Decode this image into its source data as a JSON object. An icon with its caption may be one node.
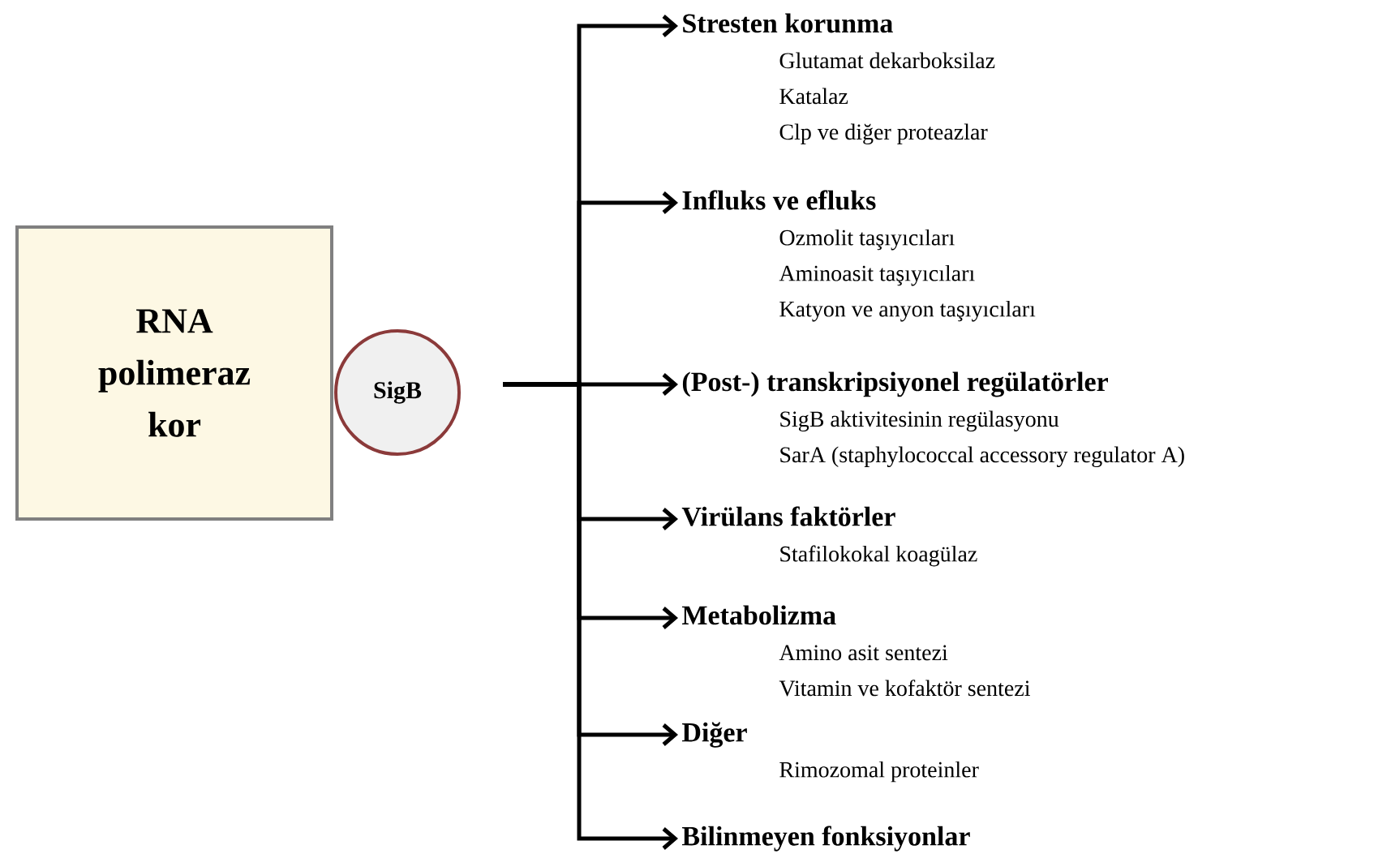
{
  "diagram": {
    "nodes": [
      {
        "text": [
          "RNA polimeraz kor"
        ]
      },
      {
        "text": [
          "SigB"
        ]
      },
      {
        "text": [
          "Stresten korunma",
          "Glutamat dekarboksilaz",
          "Katalaz",
          "Clp ve diğer proteazlar"
        ]
      },
      {
        "text": [
          "Influks ve efluks",
          "Ozmolit taşıyıcıları",
          "Aminoasit taşıyıcıları",
          "Katyon ve anyon taşıyıcıları"
        ]
      },
      {
        "text": [
          "(Post-) transkripsiyonel regülatörler",
          "SigB aktivitesinin regülasyonu",
          "SarA (staphylococcal accessory regulator A)"
        ]
      },
      {
        "text": [
          "Virülans faktörler",
          "Stafilokokal koagülaz"
        ]
      },
      {
        "text": [
          "Metabolizma",
          "Amino asit sentezi",
          "Vitamin ve kofaktör sentezi"
        ]
      },
      {
        "text": [
          "Diğer",
          "Rimozomal proteinler"
        ]
      },
      {
        "text": [
          "Bilinmeyen fonksiyonlar"
        ]
      }
    ],
    "edges": [
      {
        "from": null,
        "to": 2,
        "arrow": "to"
      },
      {
        "from": null,
        "to": 3,
        "arrow": "to"
      },
      {
        "from": null,
        "to": 4,
        "arrow": "to"
      },
      {
        "from": null,
        "to": 5,
        "arrow": "to"
      },
      {
        "from": null,
        "to": 6,
        "arrow": "to"
      },
      {
        "from": null,
        "to": 7,
        "arrow": "to"
      },
      {
        "from": null,
        "to": 8,
        "arrow": "to"
      }
    ]
  }
}
